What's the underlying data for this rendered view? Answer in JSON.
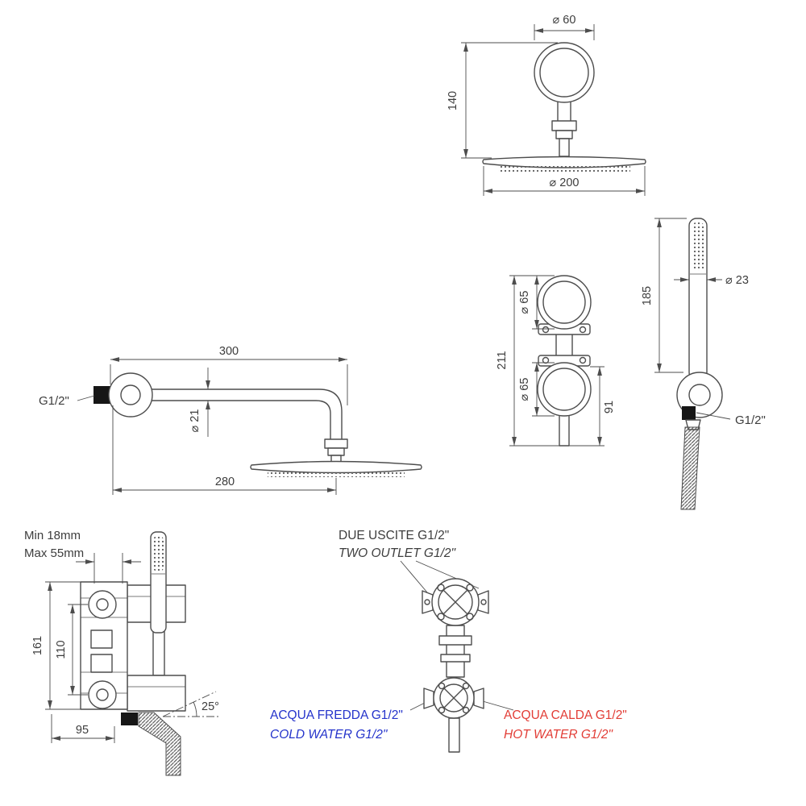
{
  "sheet": {
    "background": "#ffffff"
  },
  "colors": {
    "line": "#4d4d4d",
    "text": "#3d3d3d",
    "cold_water_blue": "#2433cb",
    "hot_water_red": "#e23d36",
    "connector_black": "#161616"
  },
  "views": {
    "overhead_shower": {
      "title": "ceiling shower head",
      "dims": {
        "escutcheon_diameter": "⌀ 60",
        "drop_height": "140",
        "head_diameter": "⌀ 200"
      }
    },
    "hand_shower": {
      "title": "hand shower on holder",
      "dims": {
        "wand_diameter": "⌀ 23",
        "wand_length": "185"
      },
      "connection": "G1/2\""
    },
    "valve_front": {
      "title": "thermostatic valve front",
      "dims": {
        "upper_knob_diameter": "⌀ 65",
        "lower_knob_diameter": "⌀ 65",
        "total_height": "211",
        "lower_section_height": "91"
      }
    },
    "wall_arm": {
      "title": "wall shower arm with head",
      "dims": {
        "arm_length": "300",
        "arm_diameter": "⌀ 21",
        "head_offset": "280"
      },
      "connection": "G1/2\""
    },
    "installation": {
      "title": "valve installation side view",
      "wall_thickness_min": "Min 18mm",
      "wall_thickness_max": "Max 55mm",
      "dims": {
        "body_height": "161",
        "knob_spacing": "110",
        "bottom_offset": "95",
        "outlet_angle": "25°"
      }
    },
    "connections": {
      "title": "valve connection diagram",
      "outlets_it": "DUE USCITE G1/2\"",
      "outlets_en": "TWO OUTLET G1/2\"",
      "cold_it": "ACQUA FREDDA G1/2\"",
      "cold_en": "COLD WATER G1/2\"",
      "hot_it": "ACQUA CALDA G1/2\"",
      "hot_en": "HOT WATER G1/2\""
    }
  }
}
